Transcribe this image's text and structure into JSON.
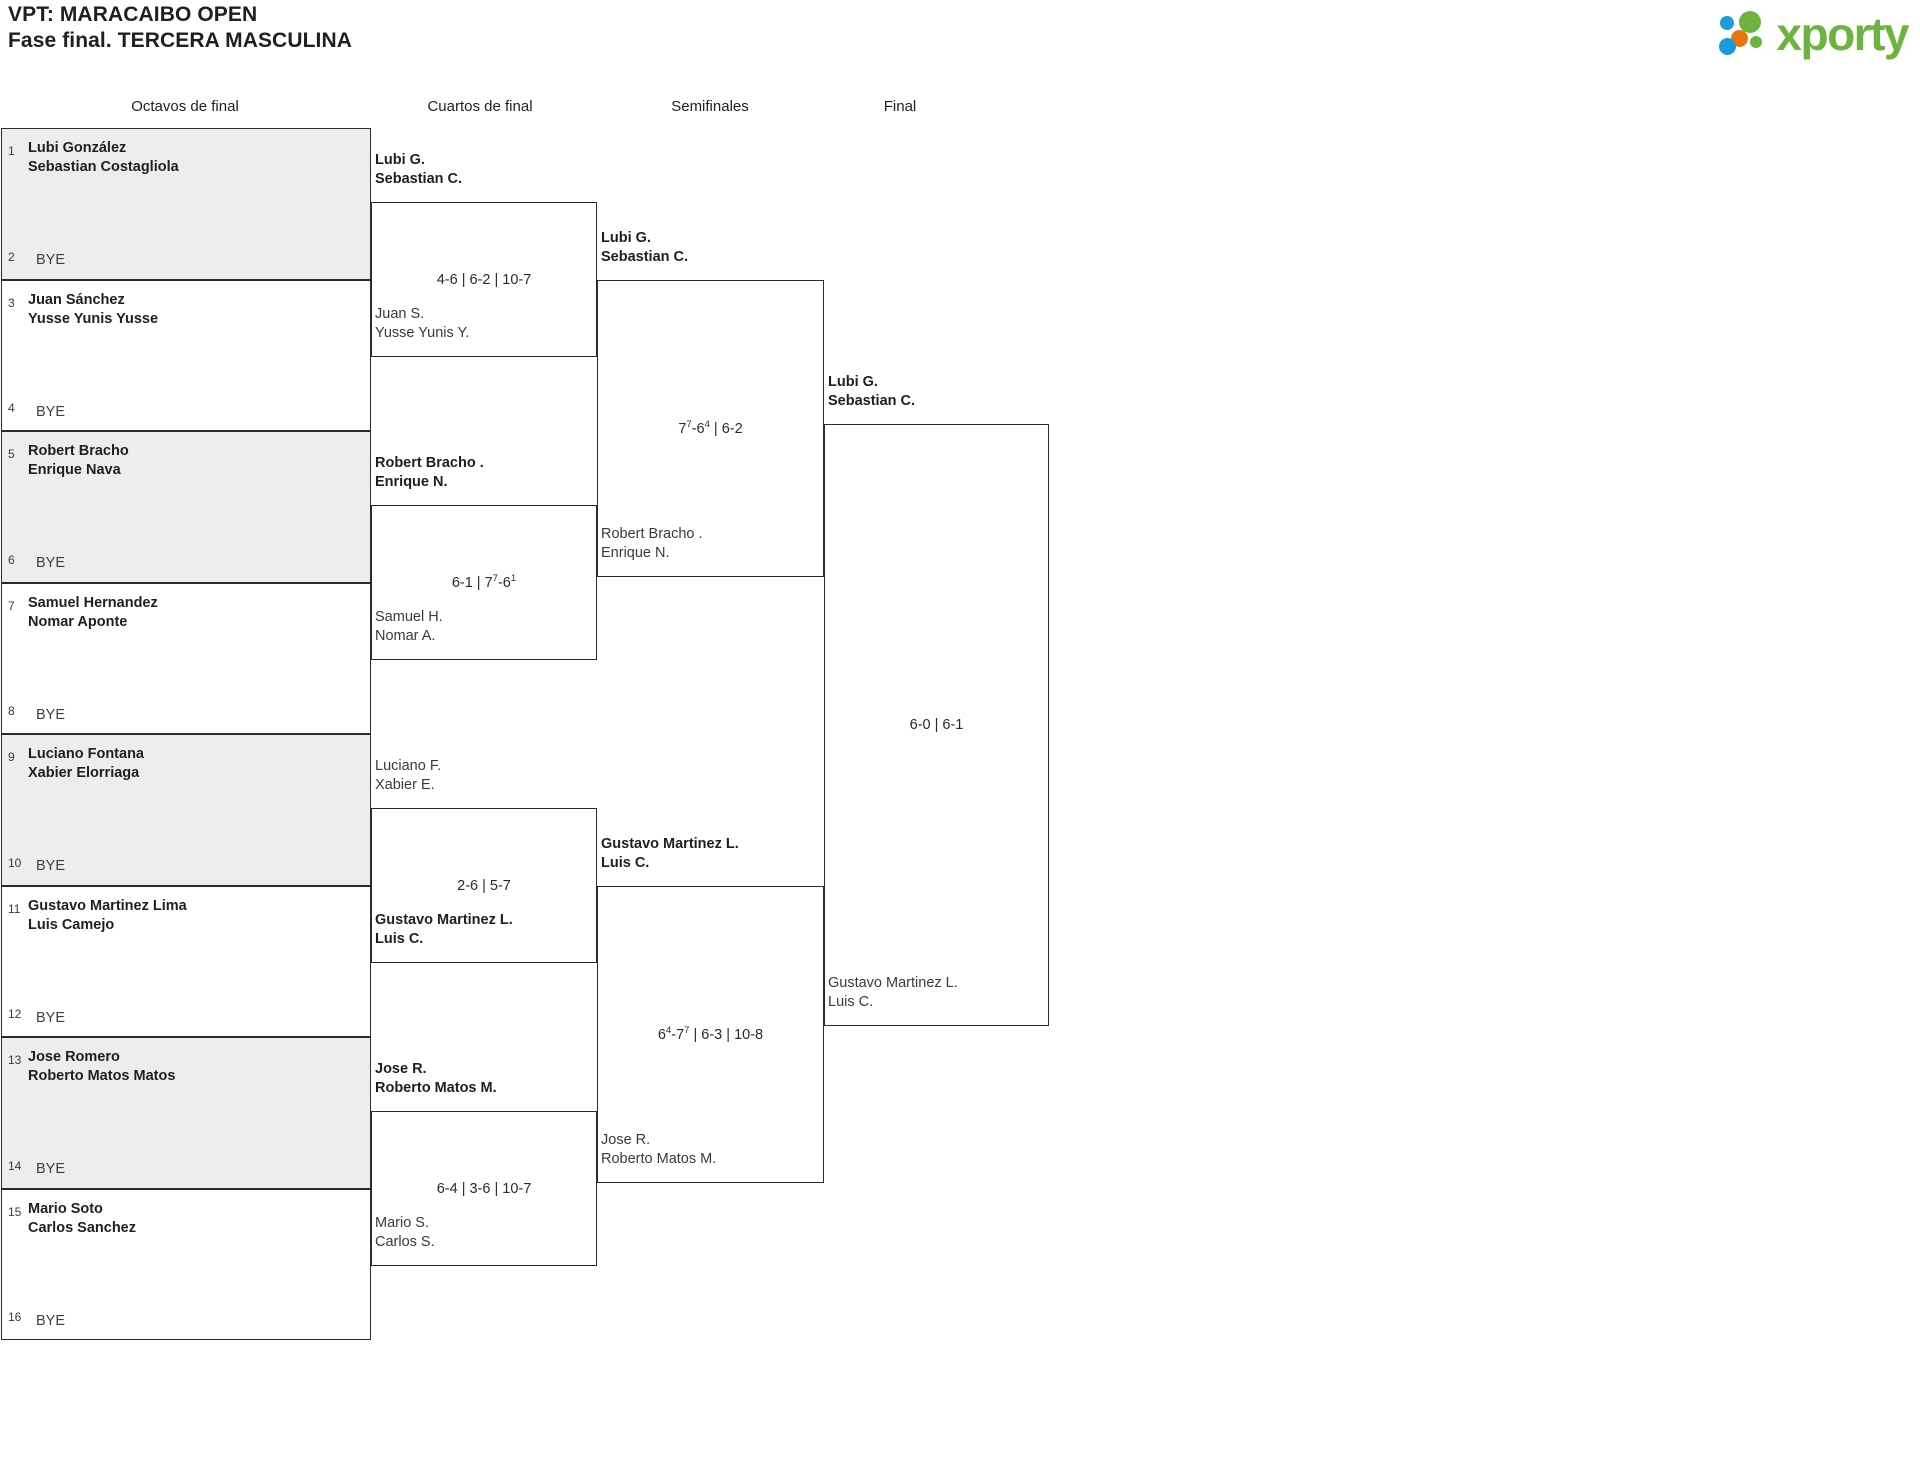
{
  "header": {
    "title_line1": "VPT: MARACAIBO OPEN",
    "title_line2": "Fase final. TERCERA MASCULINA"
  },
  "logo": {
    "word": "xporty",
    "colors": {
      "green": "#6cb33f",
      "orange": "#e8760f",
      "blue": "#1b9cd8"
    }
  },
  "rounds": [
    {
      "label": "Octavos de final"
    },
    {
      "label": "Cuartos de final"
    },
    {
      "label": "Semifinales"
    },
    {
      "label": "Final"
    }
  ],
  "round1": [
    {
      "seed_top": "1",
      "name1": "Lubi González",
      "name2": "Sebastian Costagliola",
      "seed_bot": "2",
      "bye": "BYE",
      "shaded": true
    },
    {
      "seed_top": "3",
      "name1": "Juan Sánchez",
      "name2": "Yusse Yunis Yusse",
      "seed_bot": "4",
      "bye": "BYE",
      "shaded": false
    },
    {
      "seed_top": "5",
      "name1": "Robert Bracho",
      "name2": "Enrique Nava",
      "seed_bot": "6",
      "bye": "BYE",
      "shaded": true
    },
    {
      "seed_top": "7",
      "name1": "Samuel Hernandez",
      "name2": "Nomar Aponte",
      "seed_bot": "8",
      "bye": "BYE",
      "shaded": false
    },
    {
      "seed_top": "9",
      "name1": "Luciano Fontana",
      "name2": "Xabier Elorriaga",
      "seed_bot": "10",
      "bye": "BYE",
      "shaded": true
    },
    {
      "seed_top": "11",
      "name1": "Gustavo Martinez Lima",
      "name2": "Luis Camejo",
      "seed_bot": "12",
      "bye": "BYE",
      "shaded": false
    },
    {
      "seed_top": "13",
      "name1": "Jose Romero",
      "name2": "Roberto Matos Matos",
      "seed_bot": "14",
      "bye": "BYE",
      "shaded": true
    },
    {
      "seed_top": "15",
      "name1": "Mario Soto",
      "name2": "Carlos Sanchez",
      "seed_bot": "16",
      "bye": "BYE",
      "shaded": false
    }
  ],
  "quarterfinals": [
    {
      "top": {
        "name1": "Lubi G.",
        "name2": "Sebastian C.",
        "winner": true
      },
      "bottom": {
        "name1": "Juan S.",
        "name2": "Yusse Yunis Y.",
        "winner": false
      },
      "score_parts": [
        {
          "t": "4-6 | 6-2 | 10-7"
        }
      ]
    },
    {
      "top": {
        "name1": "Robert Bracho .",
        "name2": "Enrique N.",
        "winner": true
      },
      "bottom": {
        "name1": "Samuel H.",
        "name2": "Nomar A.",
        "winner": false
      },
      "score_parts": [
        {
          "t": "6-1 | 7"
        },
        {
          "t": "7",
          "sup": true
        },
        {
          "t": "-6"
        },
        {
          "t": "1",
          "sup": true
        }
      ]
    },
    {
      "top": {
        "name1": "Luciano F.",
        "name2": "Xabier E.",
        "winner": false
      },
      "bottom": {
        "name1": "Gustavo Martinez L.",
        "name2": "Luis C.",
        "winner": true
      },
      "score_parts": [
        {
          "t": "2-6 | 5-7"
        }
      ]
    },
    {
      "top": {
        "name1": "Jose R.",
        "name2": "Roberto Matos M.",
        "winner": true
      },
      "bottom": {
        "name1": "Mario S.",
        "name2": "Carlos S.",
        "winner": false
      },
      "score_parts": [
        {
          "t": "6-4 | 3-6 | 10-7"
        }
      ]
    }
  ],
  "semifinals": [
    {
      "top": {
        "name1": "Lubi G.",
        "name2": "Sebastian C.",
        "winner": true
      },
      "bottom": {
        "name1": "Robert Bracho .",
        "name2": "Enrique N.",
        "winner": false
      },
      "score_parts": [
        {
          "t": "7"
        },
        {
          "t": "7",
          "sup": true
        },
        {
          "t": "-6"
        },
        {
          "t": "4",
          "sup": true
        },
        {
          "t": " | 6-2"
        }
      ]
    },
    {
      "top": {
        "name1": "Gustavo Martinez L.",
        "name2": "Luis C.",
        "winner": true
      },
      "bottom": {
        "name1": "Jose R.",
        "name2": "Roberto Matos M.",
        "winner": false
      },
      "score_parts": [
        {
          "t": "6"
        },
        {
          "t": "4",
          "sup": true
        },
        {
          "t": "-7"
        },
        {
          "t": "7",
          "sup": true
        },
        {
          "t": " | 6-3 | 10-8"
        }
      ]
    }
  ],
  "final": {
    "top": {
      "name1": "Lubi G.",
      "name2": "Sebastian C.",
      "winner": true
    },
    "bottom": {
      "name1": "Gustavo Martinez L.",
      "name2": "Luis C.",
      "winner": false
    },
    "score_parts": [
      {
        "t": "6-0 | 6-1"
      }
    ]
  }
}
